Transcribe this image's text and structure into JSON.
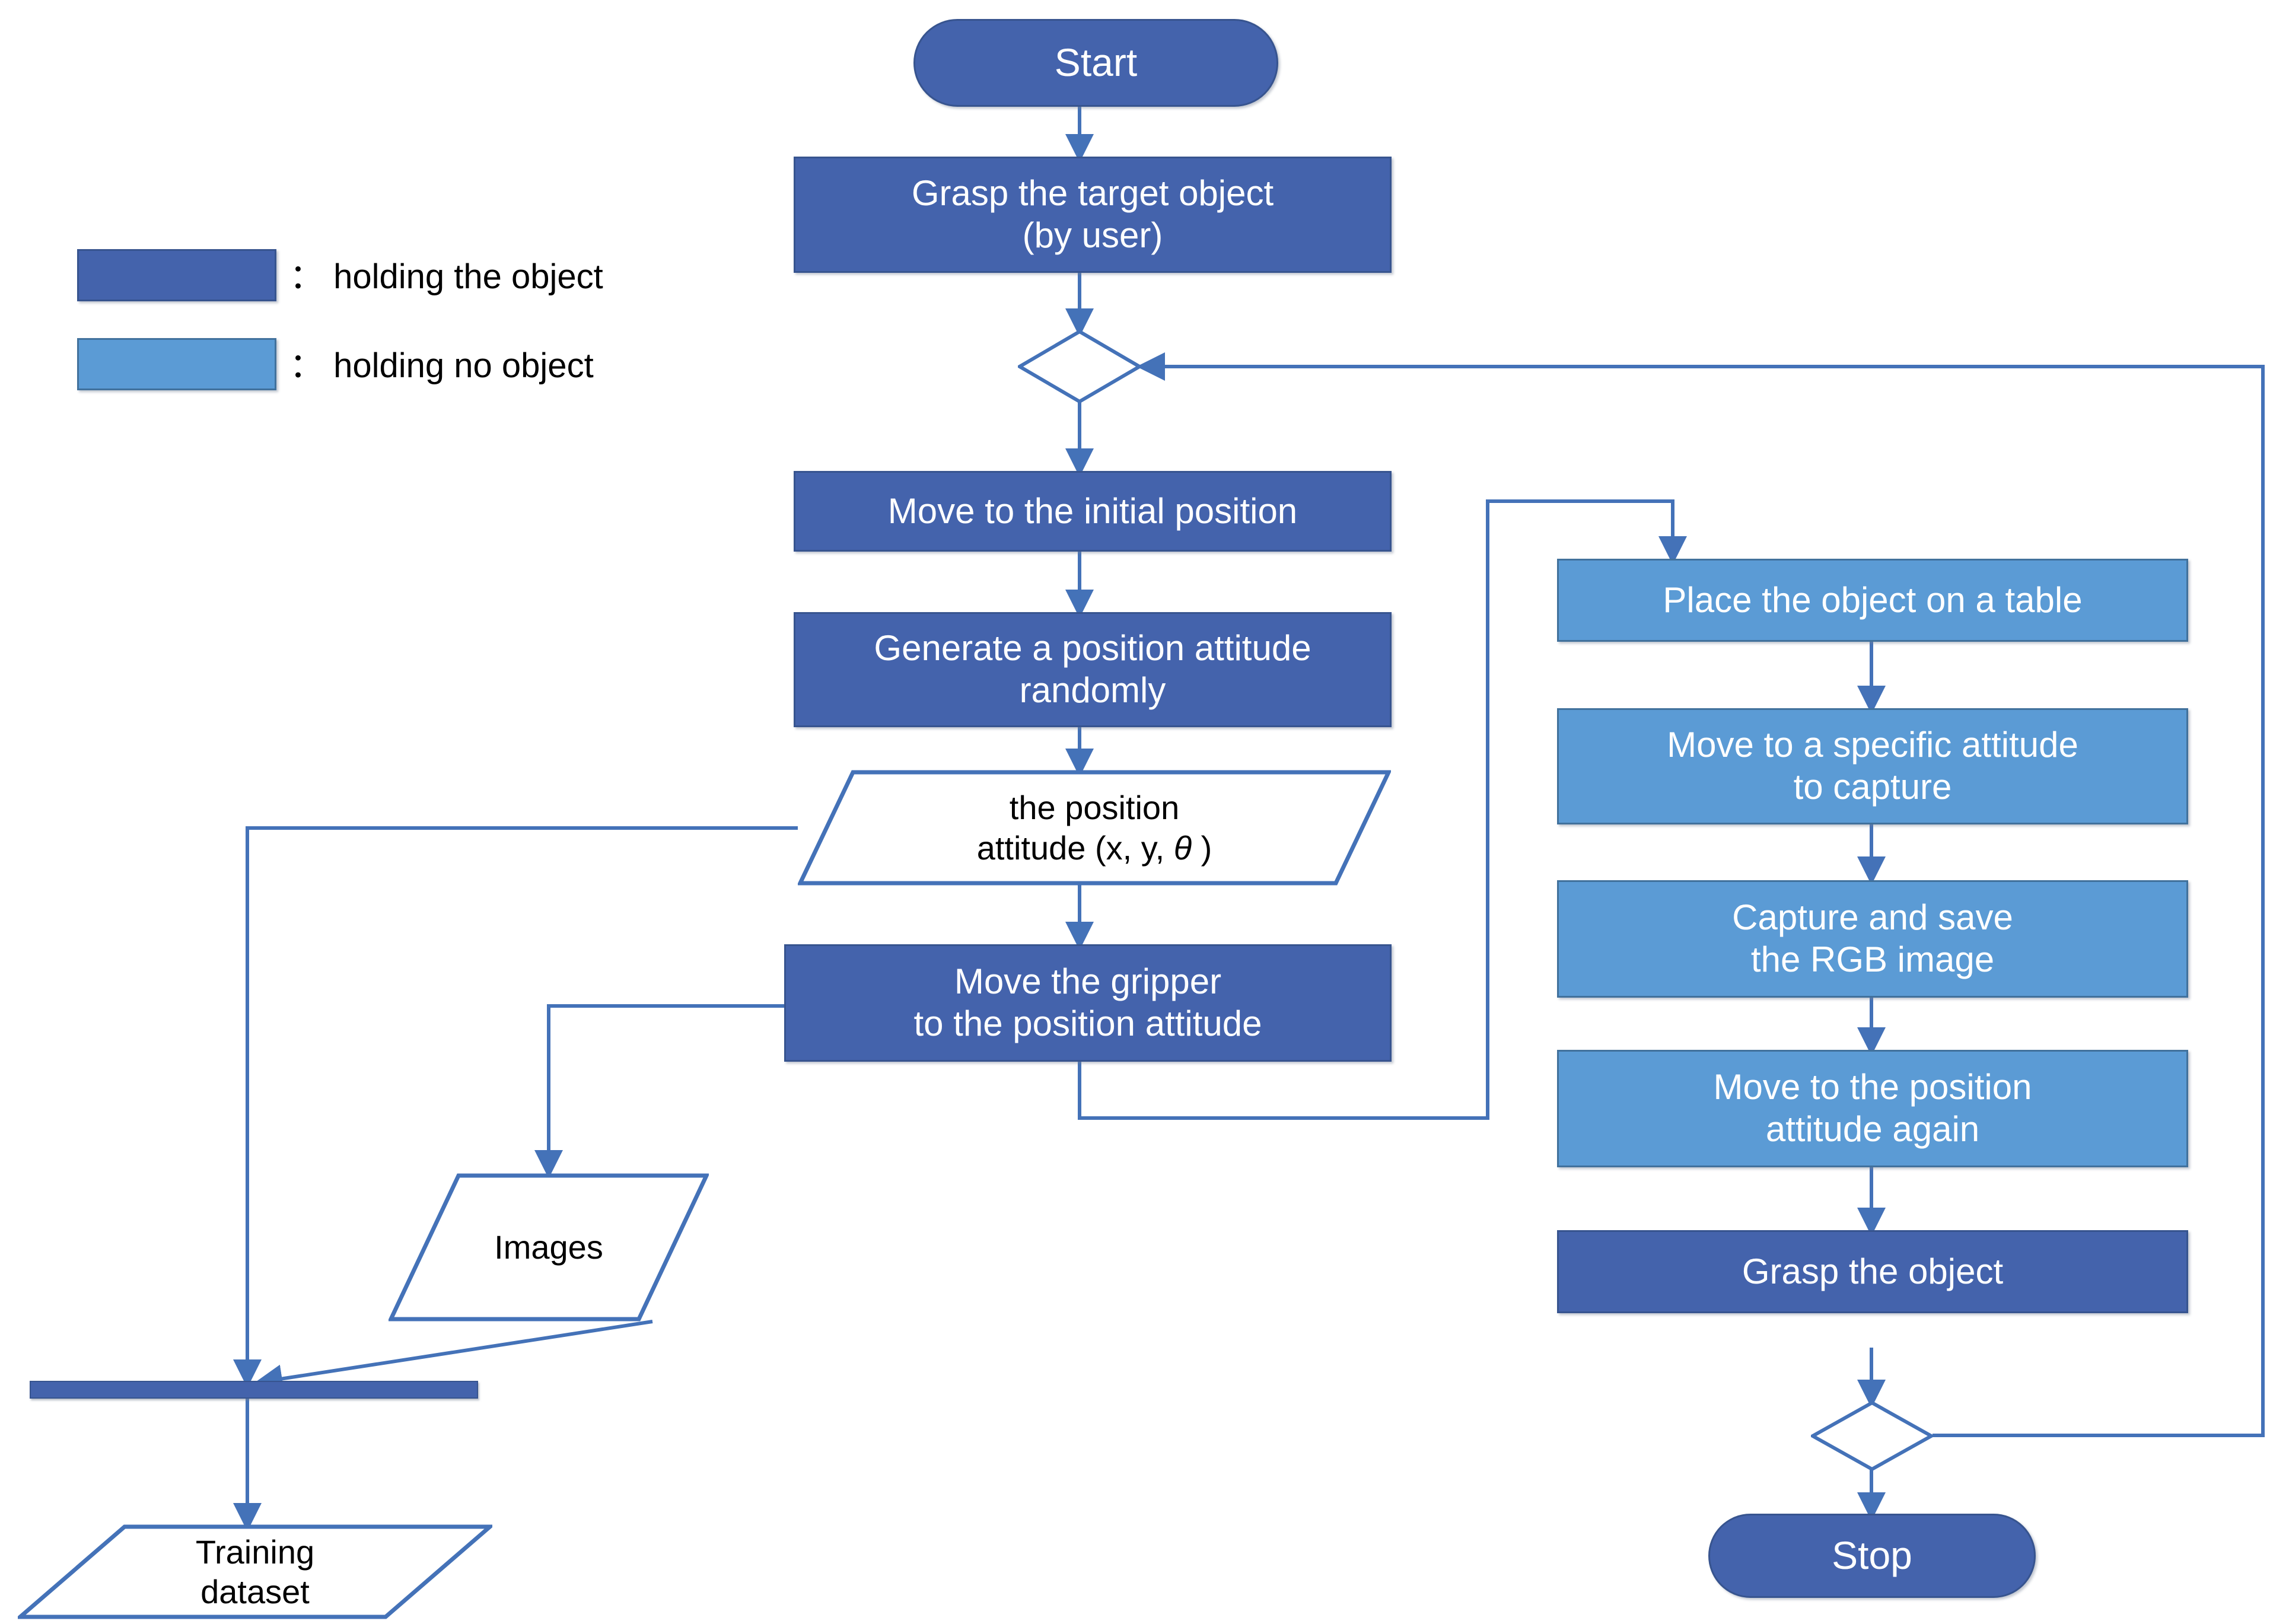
{
  "diagram": {
    "title": "Data collection flowchart",
    "colors": {
      "dark_blue": "#4463ac",
      "light_blue": "#5b9bd5",
      "edge": "#4472b8",
      "border_dark": "#37548f",
      "border_light": "#41719c",
      "text_on_fill": "#ffffff",
      "text_plain": "#000000",
      "background": "#ffffff"
    }
  },
  "legend": {
    "items": [
      {
        "swatch": "dark-blue-swatch",
        "color": "#4463ac",
        "label": "： holding the object"
      },
      {
        "swatch": "light-blue-swatch",
        "color": "#5b9bd5",
        "label": "： holding no object"
      }
    ]
  },
  "nodes": {
    "start": {
      "label": "Start",
      "shape": "terminator",
      "state": "holding the object"
    },
    "grasp_target": {
      "label": "Grasp the target object\n(by user)",
      "shape": "process",
      "state": "holding the object"
    },
    "decision_top": {
      "label": "",
      "shape": "decision"
    },
    "move_initial": {
      "label": "Move to the initial position",
      "shape": "process",
      "state": "holding the object"
    },
    "generate_random": {
      "label": "Generate a position attitude\nrandomly",
      "shape": "process",
      "state": "holding the object"
    },
    "position_attitude": {
      "label_line1": "the position",
      "label_line2_pre": "attitude (x, y, ",
      "label_theta": "θ",
      "label_line2_post": " )",
      "shape": "data"
    },
    "move_gripper": {
      "label": "Move the gripper\nto the position attitude",
      "shape": "process",
      "state": "holding the object"
    },
    "images": {
      "label": "Images",
      "shape": "data"
    },
    "merge_bar": {
      "label": "",
      "shape": "merge"
    },
    "training_dataset": {
      "label": "Training\ndataset",
      "shape": "data"
    },
    "place_object": {
      "label": "Place the object on a table",
      "shape": "process",
      "state": "holding no object"
    },
    "move_capture": {
      "label": "Move to a specific attitude\nto capture",
      "shape": "process",
      "state": "holding no object"
    },
    "capture_save": {
      "label": "Capture and save\nthe RGB image",
      "shape": "process",
      "state": "holding no object"
    },
    "move_again": {
      "label": "Move to the position\nattitude again",
      "shape": "process",
      "state": "holding no object"
    },
    "grasp_object": {
      "label": "Grasp the object",
      "shape": "process",
      "state": "holding the object"
    },
    "decision_bottom": {
      "label": "",
      "shape": "decision"
    },
    "stop": {
      "label": "Stop",
      "shape": "terminator",
      "state": "holding the object"
    }
  },
  "edges": [
    {
      "from": "start",
      "to": "grasp_target",
      "label": ""
    },
    {
      "from": "grasp_target",
      "to": "decision_top",
      "label": ""
    },
    {
      "from": "decision_top",
      "to": "move_initial",
      "label": ""
    },
    {
      "from": "move_initial",
      "to": "generate_random",
      "label": ""
    },
    {
      "from": "generate_random",
      "to": "position_attitude",
      "label": ""
    },
    {
      "from": "position_attitude",
      "to": "move_gripper",
      "label": ""
    },
    {
      "from": "position_attitude",
      "to": "merge_bar",
      "label": ""
    },
    {
      "from": "move_gripper",
      "to": "images",
      "label": ""
    },
    {
      "from": "move_gripper",
      "to": "place_object",
      "label": ""
    },
    {
      "from": "images",
      "to": "merge_bar",
      "label": ""
    },
    {
      "from": "merge_bar",
      "to": "training_dataset",
      "label": ""
    },
    {
      "from": "place_object",
      "to": "move_capture",
      "label": ""
    },
    {
      "from": "move_capture",
      "to": "capture_save",
      "label": ""
    },
    {
      "from": "capture_save",
      "to": "move_again",
      "label": ""
    },
    {
      "from": "move_again",
      "to": "grasp_object",
      "label": ""
    },
    {
      "from": "grasp_object",
      "to": "decision_bottom",
      "label": ""
    },
    {
      "from": "decision_bottom",
      "to": "stop",
      "label": ""
    },
    {
      "from": "decision_bottom",
      "to": "decision_top",
      "label": ""
    }
  ]
}
